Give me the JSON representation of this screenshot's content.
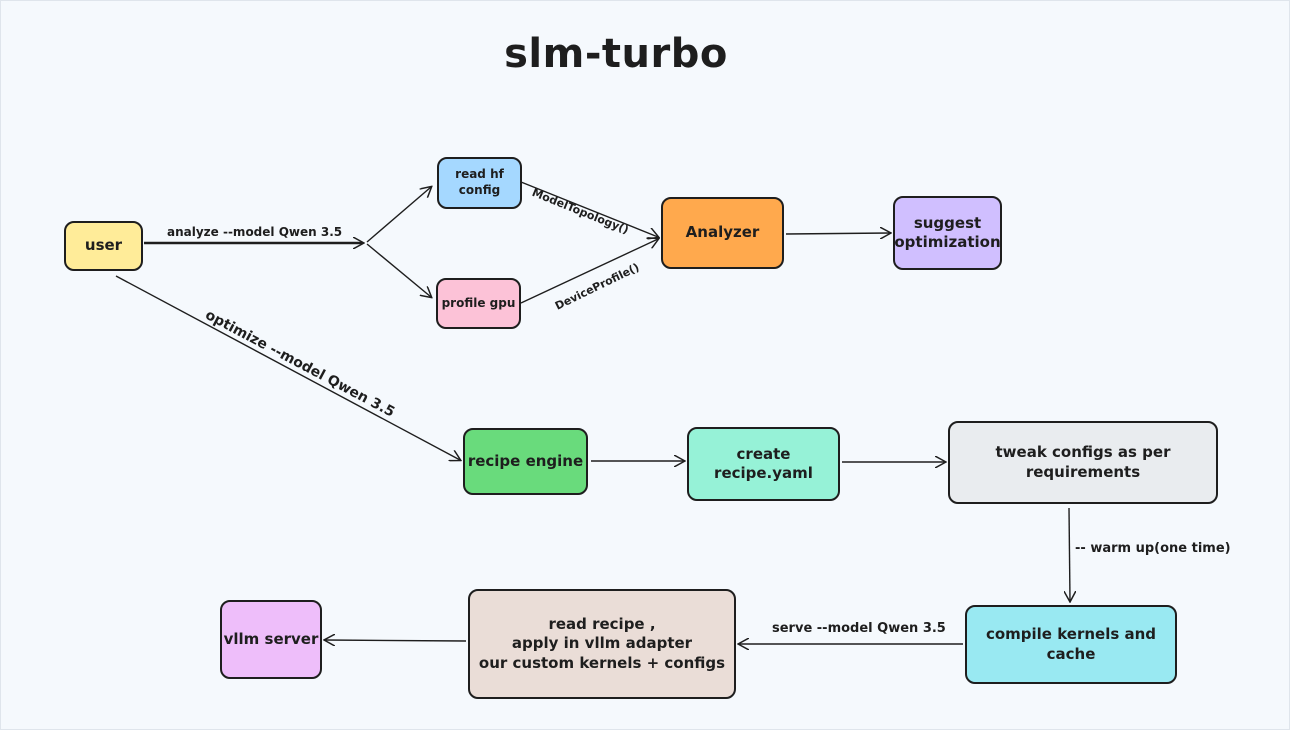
{
  "title": "slm-turbo",
  "nodes": {
    "user": {
      "label": "user",
      "color": "#ffec99"
    },
    "read_hf_config": {
      "label": "read hf\nconfig",
      "color": "#a5d8ff"
    },
    "profile_gpu": {
      "label": "profile gpu",
      "color": "#fcc2d7"
    },
    "analyzer": {
      "label": "Analyzer",
      "color": "#ffa94d"
    },
    "suggest_optimization": {
      "label": "suggest\noptimization",
      "color": "#d0bfff"
    },
    "recipe_engine": {
      "label": "recipe engine",
      "color": "#69db7c"
    },
    "create_recipe": {
      "label": "create recipe.yaml",
      "color": "#96f2d7"
    },
    "tweak_configs": {
      "label": "tweak configs as per requirements",
      "color": "#e9ecef"
    },
    "compile_kernels": {
      "label": "compile kernels and cache",
      "color": "#99e9f2"
    },
    "read_recipe": {
      "label": "read recipe ,\napply in vllm adapter\nour custom kernels + configs",
      "color": "#eaddd7"
    },
    "vllm_server": {
      "label": "vllm server",
      "color": "#eebefa"
    }
  },
  "edges": {
    "analyze": "analyze --model Qwen 3.5",
    "model_topology": "ModelTopology()",
    "device_profile": "DeviceProfile()",
    "optimize": "optimize --model Qwen 3.5",
    "warm_up": "-- warm up(one time)",
    "serve": "serve --model Qwen 3.5"
  }
}
